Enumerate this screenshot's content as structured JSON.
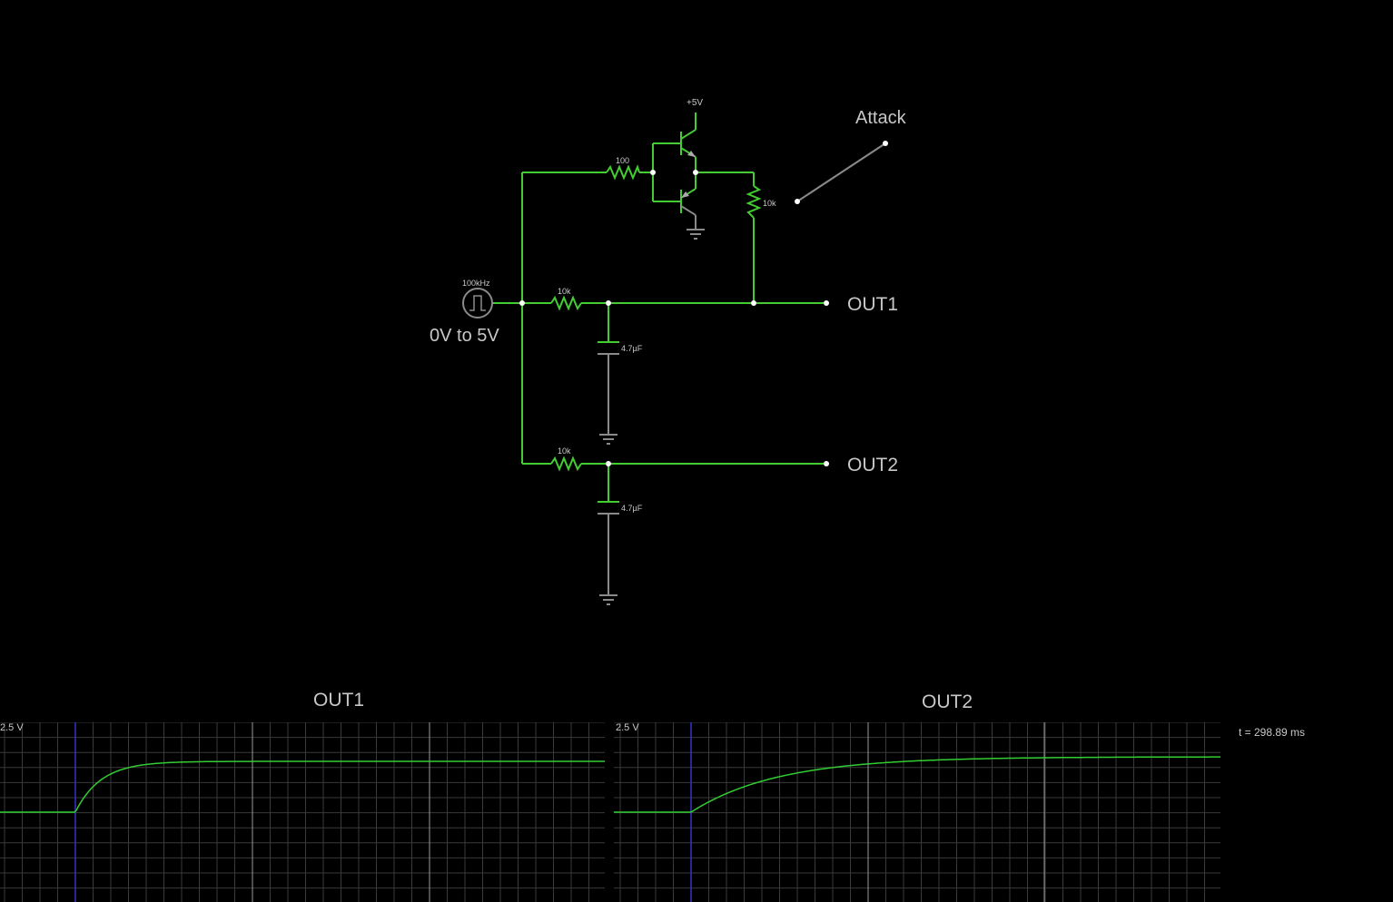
{
  "colors": {
    "background": "#000000",
    "wire": "#44cc33",
    "wire_grey": "#8a8a8a",
    "text": "#c8c8c8",
    "grid_minor": "#3a3a3a",
    "grid_major": "#9a9a9a",
    "trigger": "#3333cc",
    "trace": "#33cc33"
  },
  "circuit": {
    "supply_label": "+5V",
    "resistor_top_value": "100",
    "resistor_attack_value": "10k",
    "resistor_out1_value": "10k",
    "resistor_out2_value": "10k",
    "capacitor_out1_value": "4.7µF",
    "capacitor_out2_value": "4.7µF",
    "source_frequency": "100kHz",
    "source_range": "0V to 5V",
    "switch_label": "Attack",
    "out1_label": "OUT1",
    "out2_label": "OUT2"
  },
  "scopes": [
    {
      "title": "OUT1",
      "vlabel": "2.5 V"
    },
    {
      "title": "OUT2",
      "vlabel": "2.5 V"
    }
  ],
  "time_readout": "t = 298.89 ms"
}
